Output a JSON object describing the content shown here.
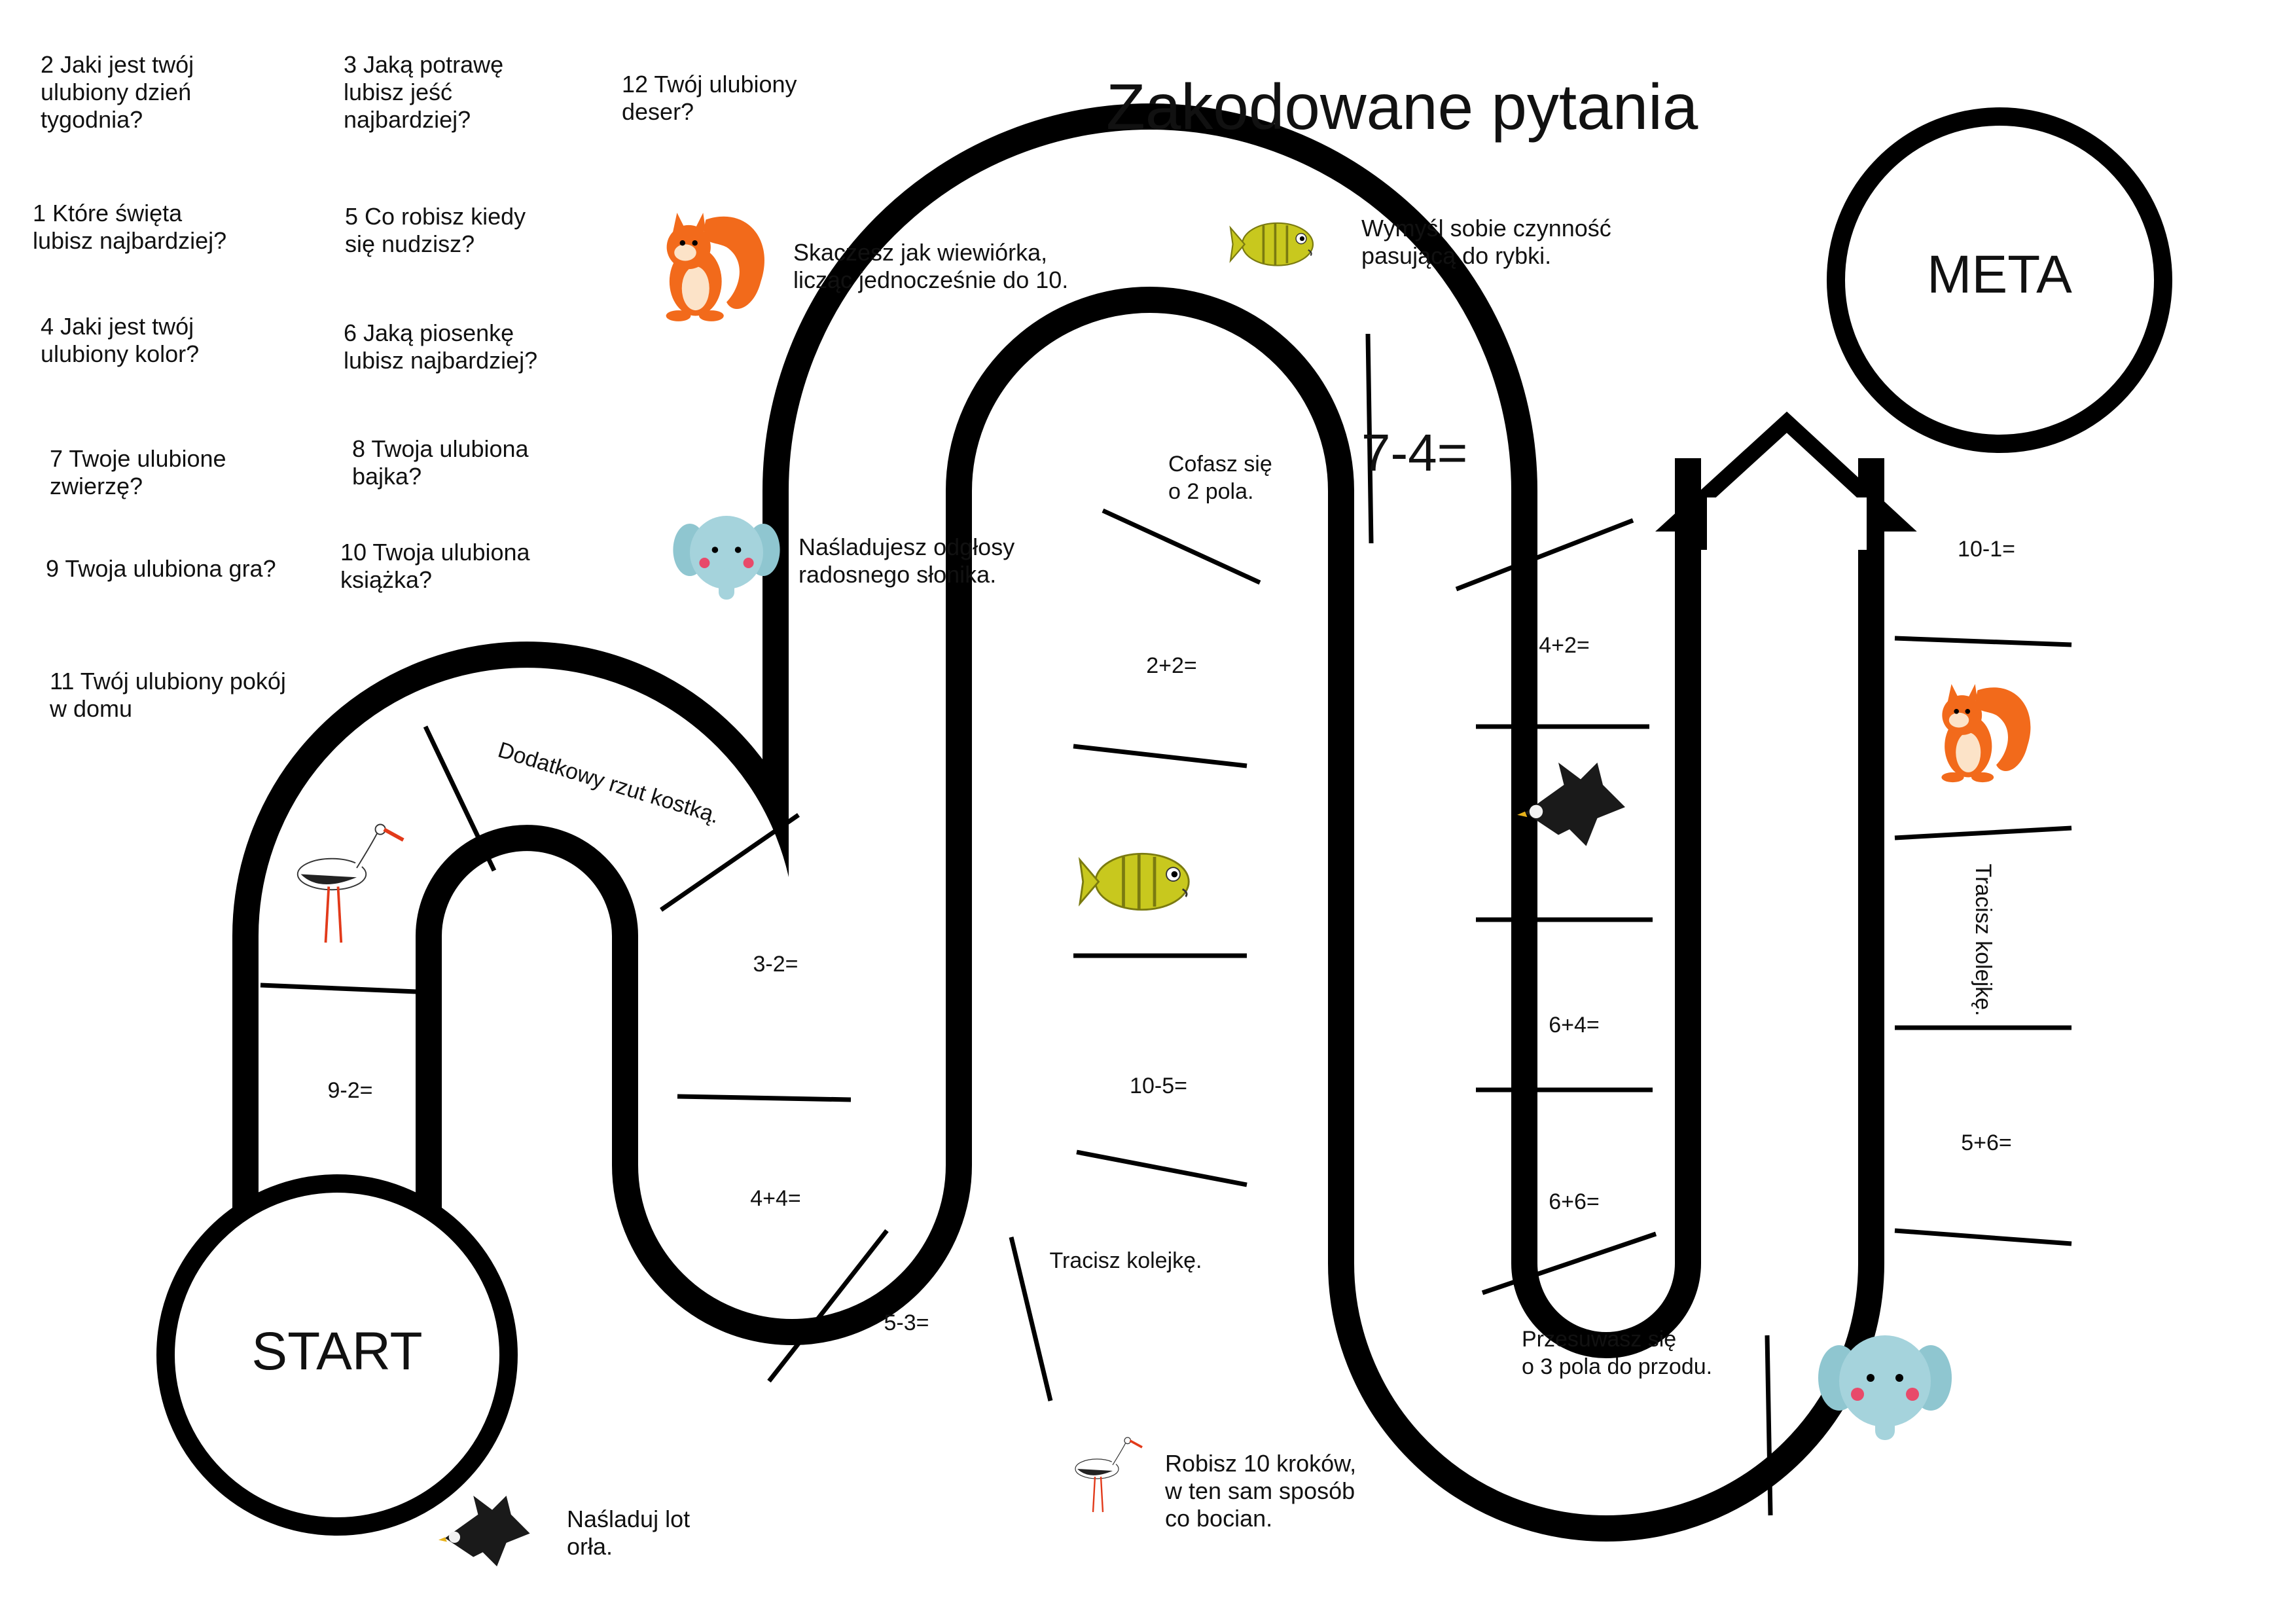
{
  "title": "Zakodowane pytania",
  "questions": [
    {
      "text": "2 Jaki jest twój\n    ulubiony dzień\n    tygodnia?"
    },
    {
      "text": "3 Jaką potrawę\n    lubisz jeść\n    najbardziej?"
    },
    {
      "text": "12 Twój ulubiony\n     deser?"
    },
    {
      "text": "1 Które święta\n  lubisz najbardziej?"
    },
    {
      "text": "5 Co robisz kiedy\n   się nudzisz?"
    },
    {
      "text": "4 Jaki jest twój\n    ulubiony kolor?"
    },
    {
      "text": "6 Jaką piosenkę\n   lubisz najbardziej?"
    },
    {
      "text": "7 Twoje ulubione\n    zwierzę?"
    },
    {
      "text": "8 Twoja ulubiona\n   bajka?"
    },
    {
      "text": "9 Twoja ulubiona gra?"
    },
    {
      "text": "10 Twoja ulubiona\n     książka?"
    },
    {
      "text": "11 Twój ulubiony pokój\n     w domu"
    }
  ],
  "legend": [
    {
      "animal": "squirrel",
      "text": "Skaczesz jak wiewiórka,\nlicząc jednocześnie do 10."
    },
    {
      "animal": "fish",
      "text": "Wymyśl sobie czynność\npasującą do rybki."
    },
    {
      "animal": "elephant",
      "text": "Naśladujesz odgłosy\nradosnego słonika."
    },
    {
      "animal": "eagle",
      "text": "Naśladuj lot\norła."
    },
    {
      "animal": "stork",
      "text": "Robisz 10 kroków,\nw ten sam sposób\nco bocian."
    }
  ],
  "start_label": "START",
  "meta_label": "META",
  "cells": [
    {
      "id": "c1",
      "text": "9-2="
    },
    {
      "id": "c2",
      "animal": "stork"
    },
    {
      "id": "c3",
      "text": "Dodatkowy rzut kostką."
    },
    {
      "id": "c4",
      "text": "3-2="
    },
    {
      "id": "c5",
      "text": "4+4="
    },
    {
      "id": "c6",
      "text": "5-3="
    },
    {
      "id": "c7",
      "text": "Tracisz kolejkę."
    },
    {
      "id": "c8",
      "text": "10-5="
    },
    {
      "id": "c9",
      "animal": "fish"
    },
    {
      "id": "c10",
      "text": "2+2="
    },
    {
      "id": "c11",
      "text": "Cofasz się\no 2 pola."
    },
    {
      "id": "c12",
      "text": "7-4="
    },
    {
      "id": "c13",
      "text": "4+2="
    },
    {
      "id": "c14",
      "animal": "eagle"
    },
    {
      "id": "c15",
      "text": "6+4="
    },
    {
      "id": "c16",
      "text": "6+6="
    },
    {
      "id": "c17",
      "text": "Przesuwasz się\no 3 pola do przodu."
    },
    {
      "id": "c18",
      "animal": "elephant"
    },
    {
      "id": "c19",
      "text": "5+6="
    },
    {
      "id": "c20",
      "text": "Tracisz kolejkę."
    },
    {
      "id": "c21",
      "animal": "squirrel"
    },
    {
      "id": "c22",
      "text": "10-1="
    }
  ],
  "colors": {
    "track": "#000000",
    "squirrel": "#f26a1b",
    "fish": "#c8c81e",
    "elephant": "#8fc6d0",
    "eagle": "#1a1a1a",
    "stork": "#ffffff"
  }
}
